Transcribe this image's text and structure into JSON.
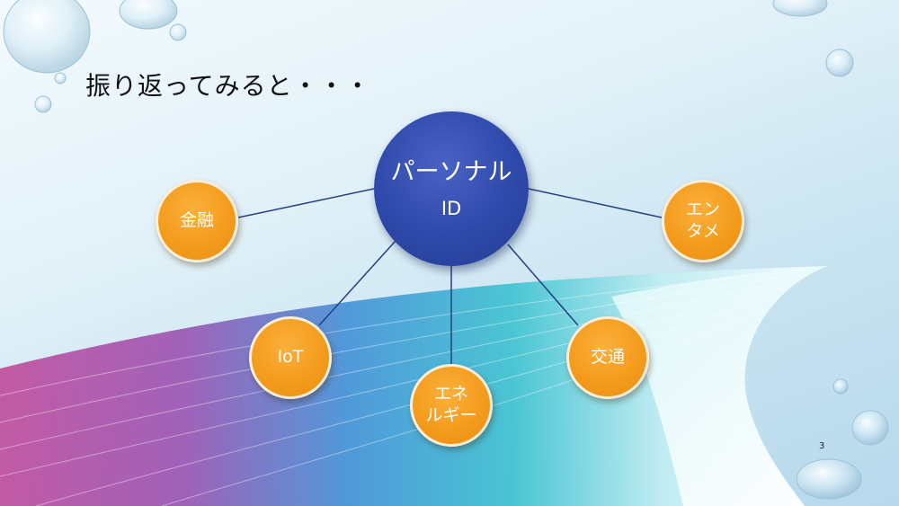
{
  "title": "振り返ってみると・・・",
  "center": {
    "line1": "パーソナル",
    "line2": "ID"
  },
  "nodes": [
    {
      "id": "kinyu",
      "lines": [
        "金融"
      ]
    },
    {
      "id": "entame",
      "lines": [
        "エン",
        "タメ"
      ]
    },
    {
      "id": "iot",
      "lines": [
        "IoT"
      ]
    },
    {
      "id": "energy",
      "lines": [
        "エネ",
        "ルギー"
      ]
    },
    {
      "id": "kotsu",
      "lines": [
        "交通"
      ]
    }
  ],
  "page_number": "3",
  "colors": {
    "center": "#2e49aa",
    "node": "#f39a1b",
    "link": "#24407f"
  }
}
